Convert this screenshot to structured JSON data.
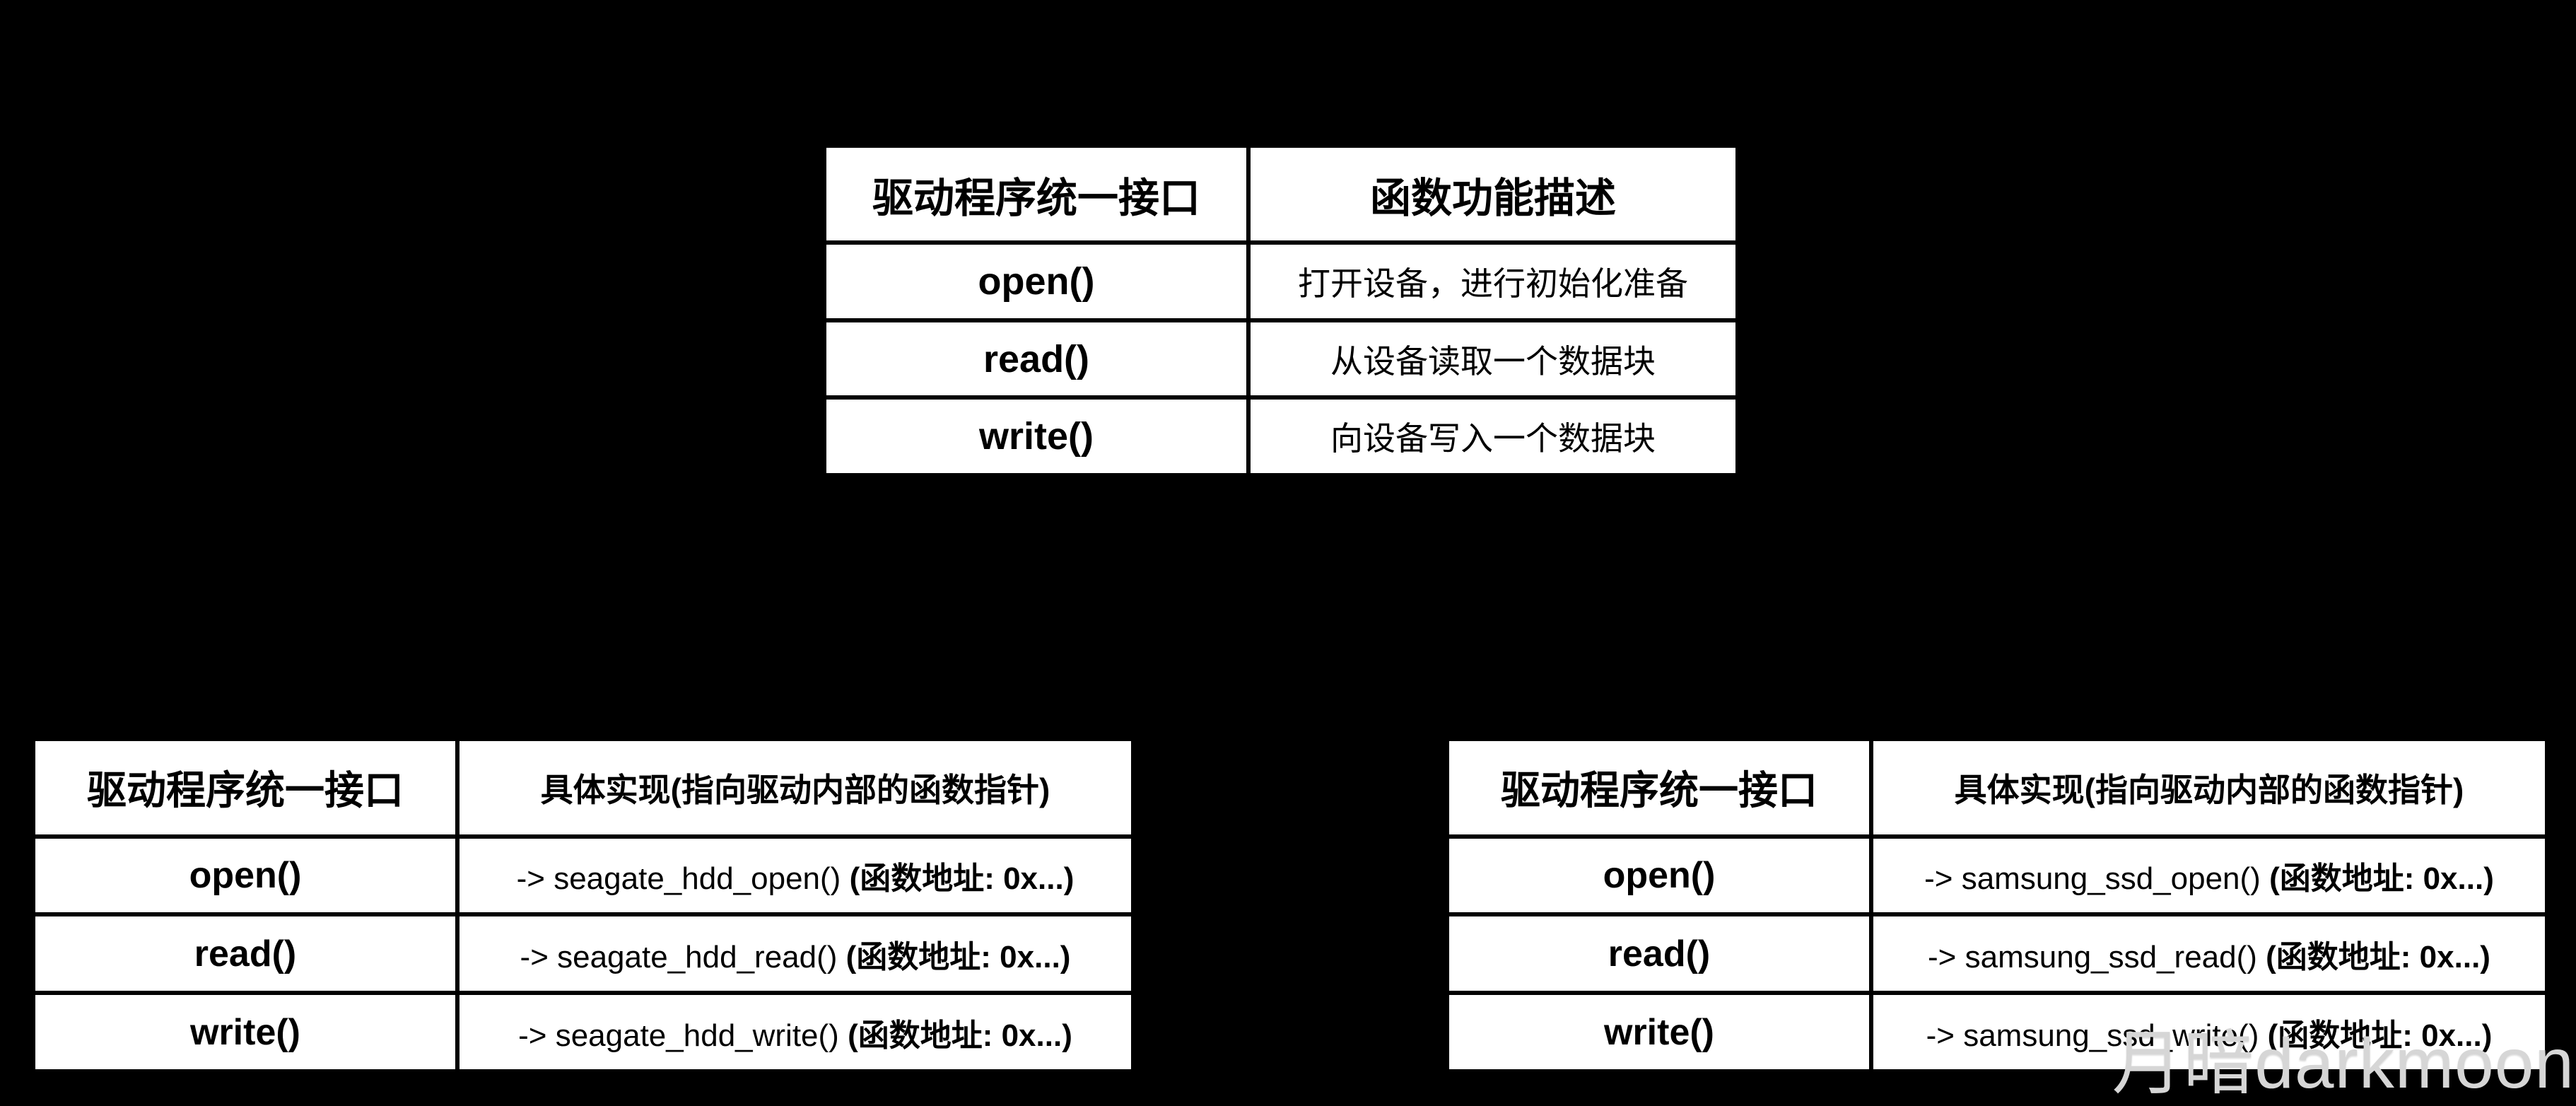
{
  "canvas": {
    "background": "#000000",
    "cell_background": "#ffffff",
    "grid_color": "#000000",
    "text_color": "#000000"
  },
  "watermark": {
    "text": "月暗darkmoon",
    "color": "#d6d6d6"
  },
  "top_table": {
    "col_headers": [
      "驱动程序统一接口",
      "函数功能描述"
    ],
    "rows": [
      {
        "interface": "open()",
        "description": "打开设备，进行初始化准备"
      },
      {
        "interface": "read()",
        "description": "从设备读取一个数据块"
      },
      {
        "interface": "write()",
        "description": "向设备写入一个数据块"
      }
    ]
  },
  "hdd_table": {
    "col_headers": [
      "驱动程序统一接口",
      "具体实现(指向驱动内部的函数指针)"
    ],
    "rows": [
      {
        "interface": "open()",
        "impl": "-> seagate_hdd_open() ",
        "impl_suffix": "(函数地址: 0x...)"
      },
      {
        "interface": "read()",
        "impl": "-> seagate_hdd_read() ",
        "impl_suffix": "(函数地址: 0x...)"
      },
      {
        "interface": "write()",
        "impl": "-> seagate_hdd_write() ",
        "impl_suffix": "(函数地址: 0x...)"
      }
    ]
  },
  "ssd_table": {
    "col_headers": [
      "驱动程序统一接口",
      "具体实现(指向驱动内部的函数指针)"
    ],
    "rows": [
      {
        "interface": "open()",
        "impl": "-> samsung_ssd_open() ",
        "impl_suffix": "(函数地址: 0x...)"
      },
      {
        "interface": "read()",
        "impl": "-> samsung_ssd_read() ",
        "impl_suffix": "(函数地址: 0x...)"
      },
      {
        "interface": "write()",
        "impl": "-> samsung_ssd_write() ",
        "impl_suffix": "(函数地址: 0x...)"
      }
    ]
  }
}
